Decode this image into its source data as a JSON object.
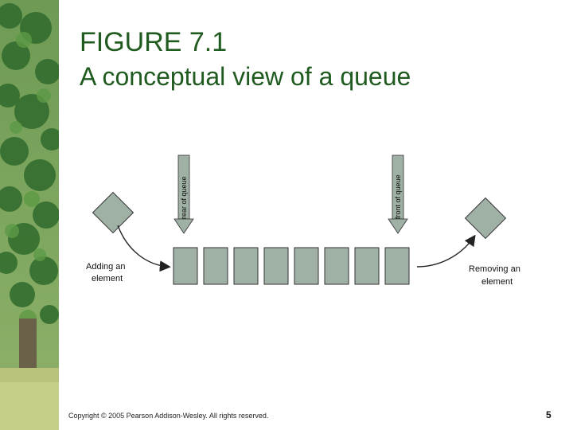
{
  "slide": {
    "title_line1": "FIGURE 7.1",
    "title_line2": "A conceptual view of a queue",
    "footer": "Copyright © 2005 Pearson Addison-Wesley. All rights reserved.",
    "page_number": "5"
  },
  "diagram": {
    "rear_label": "rear of queue",
    "front_label": "front of queue",
    "adding_label_line1": "Adding an",
    "adding_label_line2": "element",
    "removing_label_line1": "Removing an",
    "removing_label_line2": "element",
    "queue_cell_count": 8,
    "cell_color": "#9fb0a4",
    "arrow_color": "#9fb0a4"
  },
  "colors": {
    "title": "#1f5a1f",
    "sidebar_green": "#3f7f3a"
  }
}
